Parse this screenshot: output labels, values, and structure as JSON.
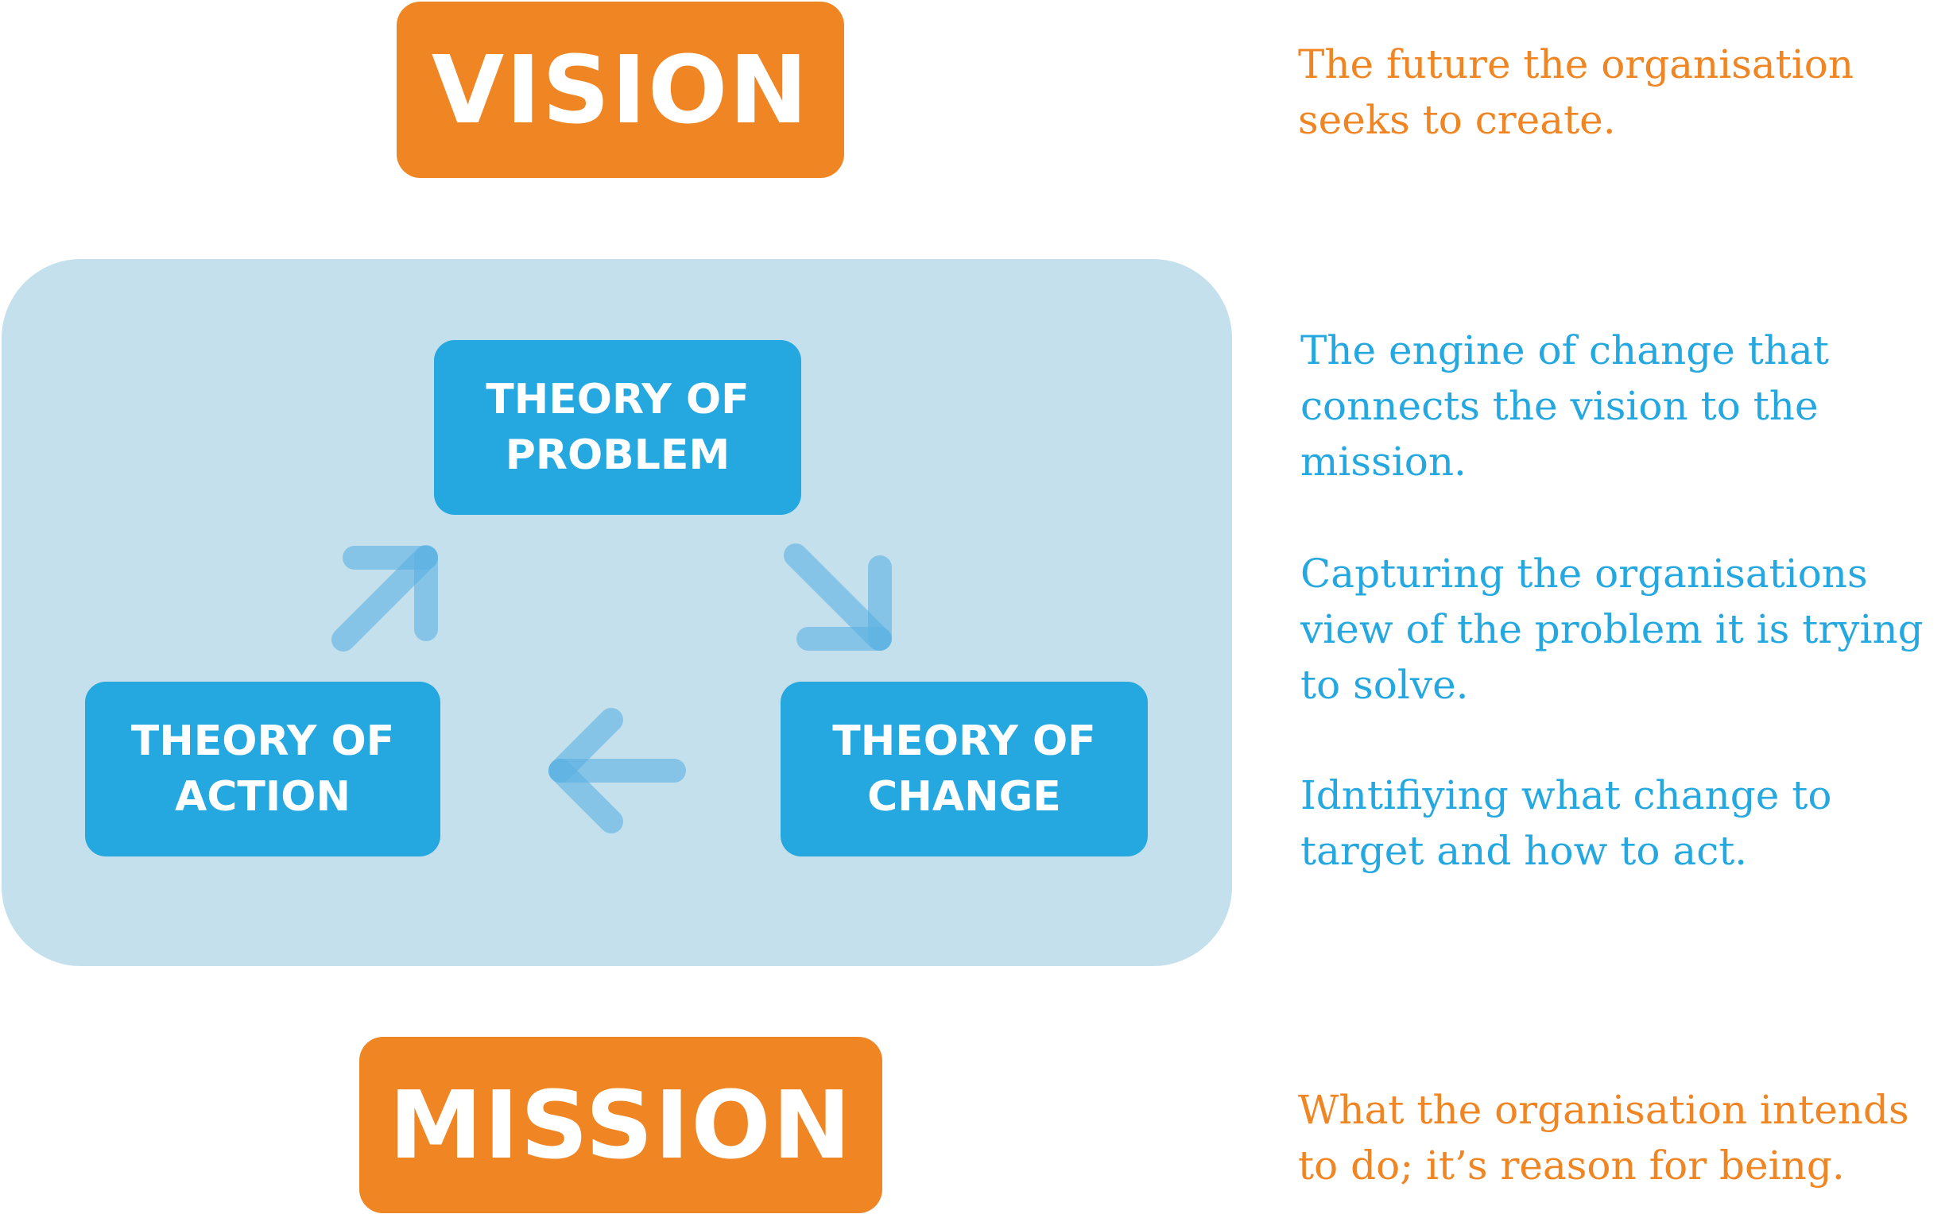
{
  "vision": {
    "label": "VISION",
    "description": "The future the organisation seeks to create."
  },
  "engine": {
    "description": "The engine of change that connects the vision to the mission.",
    "nodes": {
      "problem": {
        "line1": "THEORY OF",
        "line2": "PROBLEM"
      },
      "action": {
        "line1": "THEORY OF",
        "line2": "ACTION"
      },
      "change": {
        "line1": "THEORY OF",
        "line2": "CHANGE"
      }
    },
    "cycle_arrows": [
      "arrow-up-right-icon",
      "arrow-down-right-icon",
      "arrow-left-icon"
    ]
  },
  "problem_description": "Capturing the organisations view of the problem it is trying to solve.",
  "target_description": "Idntifiying what change to target and how to act.",
  "mission": {
    "label": "MISSION",
    "description": "What the organisation intends to do; it’s reason for being."
  },
  "colors": {
    "orange": "#f08523",
    "blue": "#25a8e0",
    "panel": "#c3e0ec",
    "arrow": "#5bb0e3"
  }
}
